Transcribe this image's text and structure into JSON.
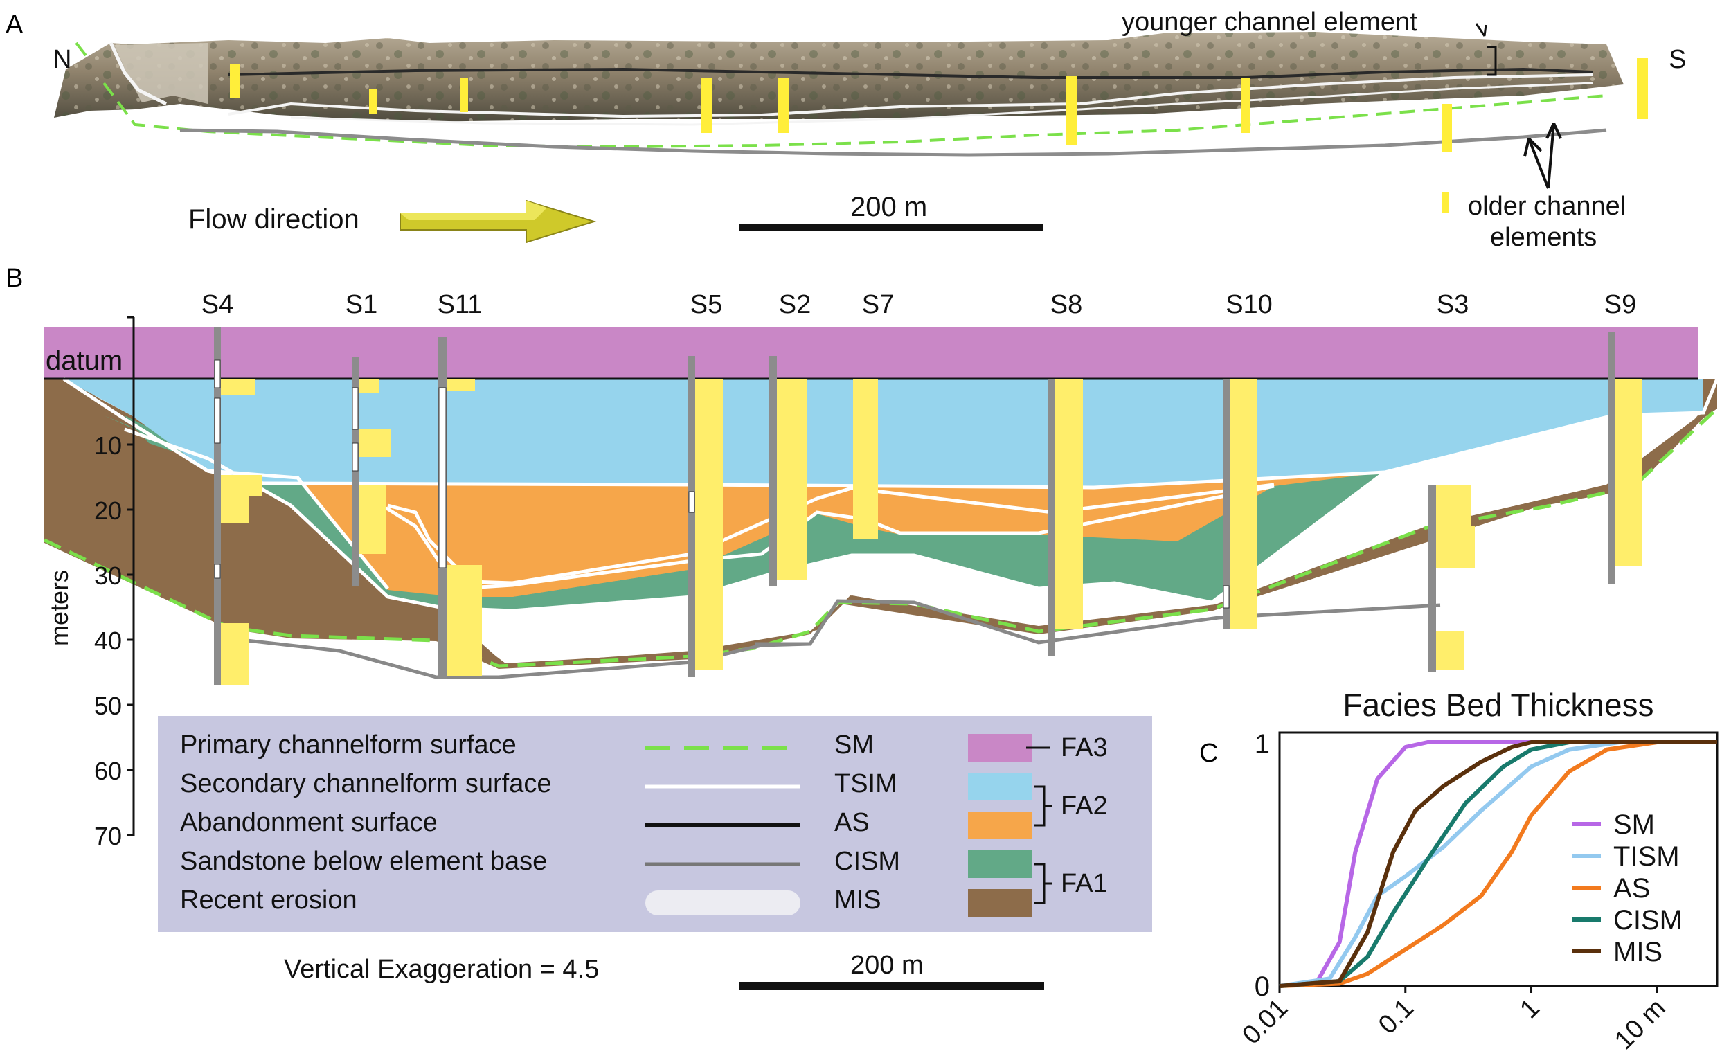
{
  "panel_a": {
    "label": "A",
    "north_label": "N",
    "south_label": "S",
    "younger_label": "younger channel element",
    "older_label_line1": "older channel",
    "older_label_line2": "elements",
    "flow_label": "Flow direction",
    "scale_label": "200 m"
  },
  "panel_b": {
    "label": "B",
    "sections": [
      "S4",
      "S1",
      "S11",
      "S5",
      "S2",
      "S7",
      "S8",
      "S10",
      "S3",
      "S9"
    ],
    "datum_label": "datum",
    "axis_label": "meters",
    "depth_ticks": [
      "10",
      "20",
      "30",
      "40",
      "50",
      "60",
      "70"
    ],
    "exaggeration_label": "Vertical Exaggeration = 4.5",
    "scale_label": "200 m",
    "legend": {
      "surfaces": [
        {
          "label": "Primary channelform surface",
          "style": "dashed-green"
        },
        {
          "label": "Secondary channelform surface",
          "style": "white"
        },
        {
          "label": "Abandonment surface",
          "style": "black"
        },
        {
          "label": "Sandstone below element base",
          "style": "gray"
        },
        {
          "label": "Recent erosion",
          "style": "pale-pill"
        }
      ],
      "facies": [
        {
          "code": "SM",
          "color": "#c987c6"
        },
        {
          "code": "TSIM",
          "color": "#96d4ed"
        },
        {
          "code": "AS",
          "color": "#f6a64a"
        },
        {
          "code": "CISM",
          "color": "#62a987"
        },
        {
          "code": "MIS",
          "color": "#8d6c4a"
        }
      ],
      "groups": [
        "FA3",
        "FA2",
        "FA1"
      ]
    }
  },
  "panel_c": {
    "label": "C",
    "title": "Facies Bed Thickness",
    "y_ticks": [
      "0",
      "1"
    ],
    "x_ticks": [
      "0.01",
      "0.1",
      "1",
      "10 m"
    ],
    "series": [
      {
        "name": "SM",
        "color": "#b767e6"
      },
      {
        "name": "TISM",
        "color": "#93c9ef"
      },
      {
        "name": "AS",
        "color": "#f27a1e"
      },
      {
        "name": "CISM",
        "color": "#187a6c"
      },
      {
        "name": "MIS",
        "color": "#5a300c"
      }
    ]
  },
  "chart_data": {
    "type": "line",
    "title": "Facies Bed Thickness",
    "x_scale": "log",
    "xlim": [
      0.01,
      30
    ],
    "ylim": [
      0,
      1
    ],
    "series": [
      {
        "name": "SM",
        "x": [
          0.01,
          0.02,
          0.03,
          0.04,
          0.06,
          0.1,
          0.15,
          0.2,
          1,
          30
        ],
        "y": [
          0,
          0.02,
          0.18,
          0.55,
          0.85,
          0.98,
          1.0,
          1.0,
          1.0,
          1.0
        ]
      },
      {
        "name": "TISM",
        "x": [
          0.01,
          0.025,
          0.04,
          0.06,
          0.1,
          0.2,
          0.4,
          1,
          2,
          5,
          30
        ],
        "y": [
          0,
          0.03,
          0.2,
          0.37,
          0.45,
          0.57,
          0.72,
          0.9,
          0.97,
          1.0,
          1.0
        ]
      },
      {
        "name": "AS",
        "x": [
          0.01,
          0.03,
          0.05,
          0.1,
          0.2,
          0.4,
          0.7,
          1,
          2,
          4,
          10,
          30
        ],
        "y": [
          0,
          0.01,
          0.05,
          0.15,
          0.25,
          0.37,
          0.55,
          0.7,
          0.88,
          0.97,
          1.0,
          1.0
        ]
      },
      {
        "name": "CISM",
        "x": [
          0.01,
          0.03,
          0.05,
          0.08,
          0.15,
          0.3,
          0.6,
          1,
          2,
          30
        ],
        "y": [
          0,
          0.02,
          0.12,
          0.3,
          0.52,
          0.75,
          0.9,
          0.97,
          1.0,
          1.0
        ]
      },
      {
        "name": "MIS",
        "x": [
          0.01,
          0.03,
          0.05,
          0.08,
          0.12,
          0.2,
          0.4,
          0.7,
          1,
          2,
          30
        ],
        "y": [
          0,
          0.02,
          0.22,
          0.55,
          0.72,
          0.82,
          0.92,
          0.98,
          1.0,
          1.0,
          1.0
        ]
      }
    ]
  }
}
